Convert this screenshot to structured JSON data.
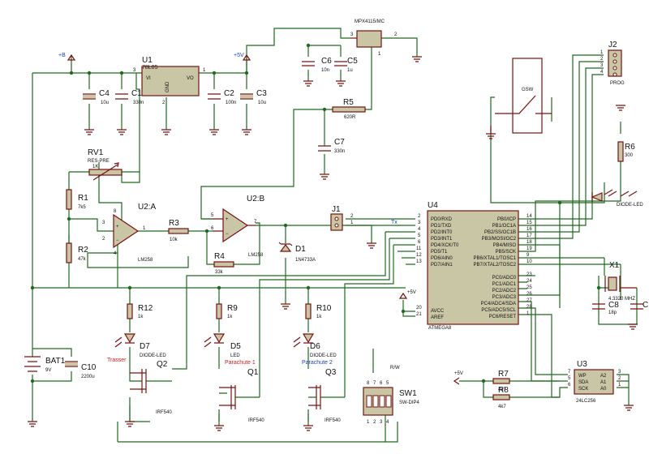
{
  "power": {
    "plus_b": "+B",
    "plus_5v_top": "+5V",
    "plus_5v_mid": "+5V",
    "plus_5v_right": "+5V"
  },
  "components": {
    "u1": {
      "ref": "U1",
      "part": "78L05",
      "vi": "VI",
      "vo": "VO",
      "gnd": "GND",
      "pins": [
        "3",
        "1",
        "2"
      ]
    },
    "c4": {
      "ref": "C4",
      "value": "10u"
    },
    "c1": {
      "ref": "C1",
      "value": "330n"
    },
    "c2": {
      "ref": "C2",
      "value": "100n"
    },
    "c3": {
      "ref": "C3",
      "value": "10u"
    },
    "u5": {
      "part": "MPX4115/MC",
      "pins": [
        "3",
        "2",
        "1"
      ]
    },
    "c6": {
      "ref": "C6",
      "value": "10n"
    },
    "c5": {
      "ref": "C5",
      "value": "1u"
    },
    "r5": {
      "ref": "R5",
      "value": "620R"
    },
    "c7": {
      "ref": "C7",
      "value": "330n"
    },
    "rv1": {
      "ref": "RV1",
      "part": "RES-PRE",
      "value": "1K"
    },
    "r1": {
      "ref": "R1",
      "value": "7k5"
    },
    "r2": {
      "ref": "R2",
      "value": "47k"
    },
    "u2a": {
      "ref": "U2:A",
      "part": "LM258",
      "pins": [
        "3",
        "2",
        "1",
        "8",
        "4"
      ]
    },
    "r3": {
      "ref": "R3",
      "value": "10k"
    },
    "u2b": {
      "ref": "U2:B",
      "part": "LM258",
      "pins": [
        "5",
        "6",
        "7"
      ]
    },
    "r4": {
      "ref": "R4",
      "value": "33k"
    },
    "d1": {
      "ref": "D1",
      "part": "1N4733A"
    },
    "j1": {
      "ref": "J1",
      "pins": [
        "2",
        "1"
      ],
      "tx": "Tx"
    },
    "u4": {
      "ref": "U4",
      "part": "ATMEGA8",
      "left_pins": [
        {
          "num": "2",
          "name": "PD0/RXD"
        },
        {
          "num": "3",
          "name": "PD1/TXD"
        },
        {
          "num": "4",
          "name": "PD2/INT0"
        },
        {
          "num": "5",
          "name": "PD3/INT1"
        },
        {
          "num": "6",
          "name": "PD4/XCK/T0"
        },
        {
          "num": "11",
          "name": "PD5/T1"
        },
        {
          "num": "12",
          "name": "PD6/AIN0"
        },
        {
          "num": "13",
          "name": "PD7/AIN1"
        }
      ],
      "right_pins": [
        {
          "num": "14",
          "name": "PB0/ICP"
        },
        {
          "num": "15",
          "name": "PB1/OC1A"
        },
        {
          "num": "16",
          "name": "PB2/SS/OC1B"
        },
        {
          "num": "17",
          "name": "PB3/MOSI/OC2"
        },
        {
          "num": "18",
          "name": "PB4/MISO"
        },
        {
          "num": "19",
          "name": "PB5/SCK"
        },
        {
          "num": "9",
          "name": "PB6/XTAL1/TOSC1"
        },
        {
          "num": "10",
          "name": "PB7/XTAL2/TOSC2"
        },
        {
          "num": "23",
          "name": "PC0/ADC0"
        },
        {
          "num": "24",
          "name": "PC1/ADC1"
        },
        {
          "num": "25",
          "name": "PC2/ADC2"
        },
        {
          "num": "26",
          "name": "PC3/ADC3"
        },
        {
          "num": "27",
          "name": "PC4/ADC4/SDA"
        },
        {
          "num": "28",
          "name": "PC5/ADC5/SCL"
        },
        {
          "num": "1",
          "name": "PC6/RESET"
        }
      ],
      "avcc": {
        "num": "20",
        "name": "AVCC"
      },
      "aref": {
        "num": "21",
        "name": "AREF"
      }
    },
    "j2": {
      "ref": "J2",
      "part": "PROG",
      "pins": [
        "1",
        "2",
        "3",
        "4"
      ]
    },
    "gsw": {
      "label": "GSW"
    },
    "r6": {
      "ref": "R6",
      "value": "300"
    },
    "diode_led_r": {
      "part": "DIODE-LED"
    },
    "x1": {
      "ref": "X1",
      "value": "4.3320 MHZ"
    },
    "c8": {
      "ref": "C8",
      "value": "18p"
    },
    "c9": {
      "ref": "C"
    },
    "r12": {
      "ref": "R12",
      "value": "1k"
    },
    "r9": {
      "ref": "R9",
      "value": "1k"
    },
    "r10": {
      "ref": "R10",
      "value": "1k"
    },
    "d7": {
      "ref": "D7",
      "part": "DIODE-LED",
      "tag": "Trasser"
    },
    "d5": {
      "ref": "D5",
      "part": "LED",
      "tag": "Parachute 1"
    },
    "d6": {
      "ref": "D6",
      "part": "DIODE-LED",
      "tag": "Parachute 2"
    },
    "q2": {
      "ref": "Q2",
      "part": "IRF540"
    },
    "q1": {
      "ref": "Q1",
      "part": "IRF540"
    },
    "q3": {
      "ref": "Q3",
      "part": "IRF540"
    },
    "bat1": {
      "ref": "BAT1",
      "value": "9V"
    },
    "c10": {
      "ref": "C10",
      "value": "2200u"
    },
    "sw1": {
      "ref": "SW1",
      "part": "SW-DIP4",
      "rw": "R/W",
      "top_pins": [
        "8",
        "7",
        "6",
        "5"
      ],
      "bottom_pins": [
        "1",
        "2",
        "3",
        "4"
      ]
    },
    "r7": {
      "ref": "R7",
      "value": "4k7"
    },
    "r8": {
      "ref": "R8",
      "value": "4k7"
    },
    "u3": {
      "ref": "U3",
      "part": "24LC256",
      "left": [
        "WP",
        "SDA",
        "SCK"
      ],
      "right": [
        "A2",
        "A1",
        "A0"
      ],
      "lpins": [
        "7",
        "5",
        "6"
      ],
      "rpins": [
        "3",
        "2",
        "1"
      ]
    }
  }
}
